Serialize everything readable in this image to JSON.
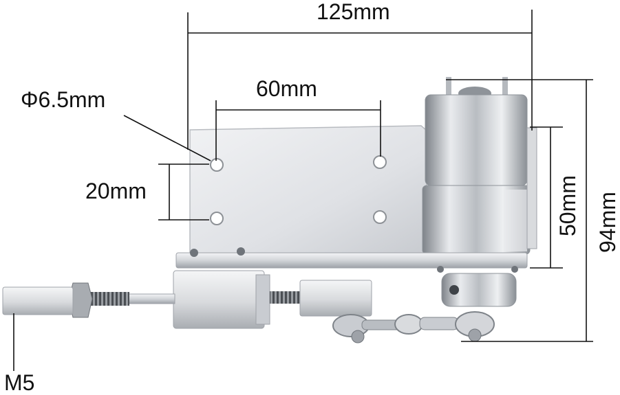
{
  "dimensions": {
    "total_length": "125mm",
    "hole_diameter": "Φ6.5mm",
    "hole_spacing_horizontal": "60mm",
    "hole_spacing_vertical": "20mm",
    "motor_height": "50mm",
    "total_height": "94mm",
    "thread_size": "M5"
  },
  "colors": {
    "line": "#111111",
    "metal_light": "#e4e6ea",
    "metal_mid": "#c9ccd1",
    "metal_dark": "#8e9399",
    "background": "#ffffff"
  }
}
